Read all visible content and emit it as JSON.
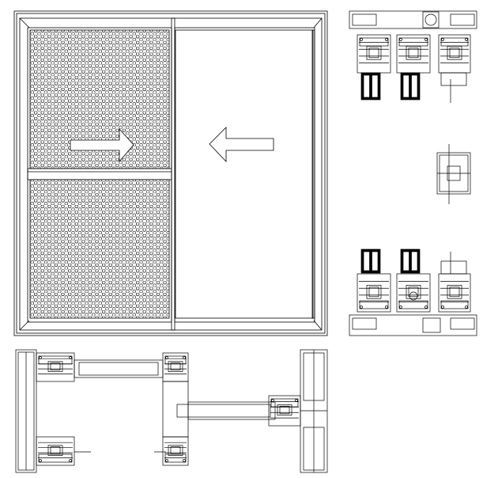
{
  "drawing": {
    "line_color": "#000000",
    "background": "#ffffff",
    "elevation": {
      "left_panel_fill": "hexagonal-mesh",
      "right_panel_fill": "glass",
      "arrows": [
        "arrow-right-icon",
        "arrow-left-icon"
      ]
    },
    "sections": [
      "vertical-section-top",
      "vertical-section-interlock",
      "vertical-section-bottom",
      "horizontal-section"
    ]
  }
}
